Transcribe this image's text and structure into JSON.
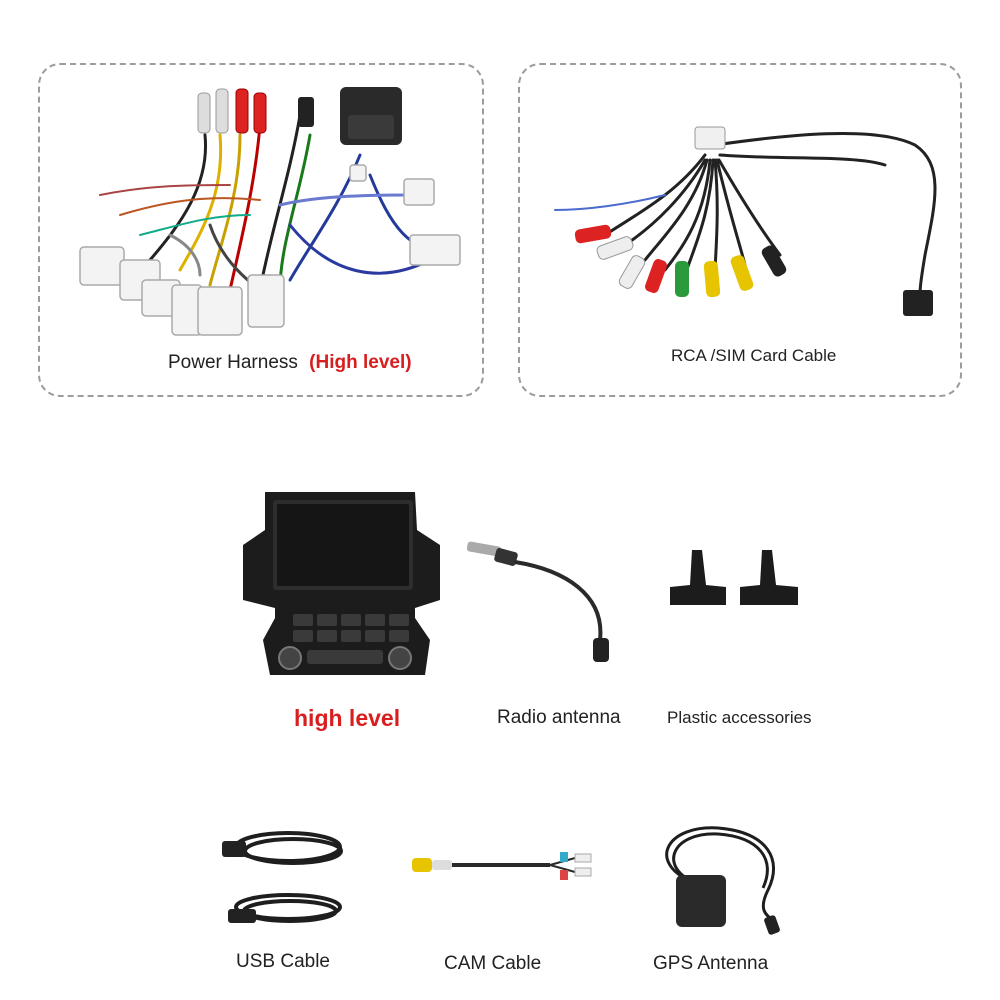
{
  "items": {
    "power_harness": {
      "label": "Power Harness",
      "highlight": "(High level)"
    },
    "rca_cable": {
      "label": "RCA /SIM Card Cable"
    },
    "head_unit": {
      "label": "high level"
    },
    "radio_antenna": {
      "label": "Radio antenna"
    },
    "plastic_accessories": {
      "label": "Plastic accessories"
    },
    "usb_cable": {
      "label": "USB Cable"
    },
    "cam_cable": {
      "label": "CAM Cable"
    },
    "gps_antenna": {
      "label": "GPS Antenna"
    }
  },
  "colors": {
    "highlight": "#d81e1e",
    "panel_border": "#9c9c9c"
  }
}
